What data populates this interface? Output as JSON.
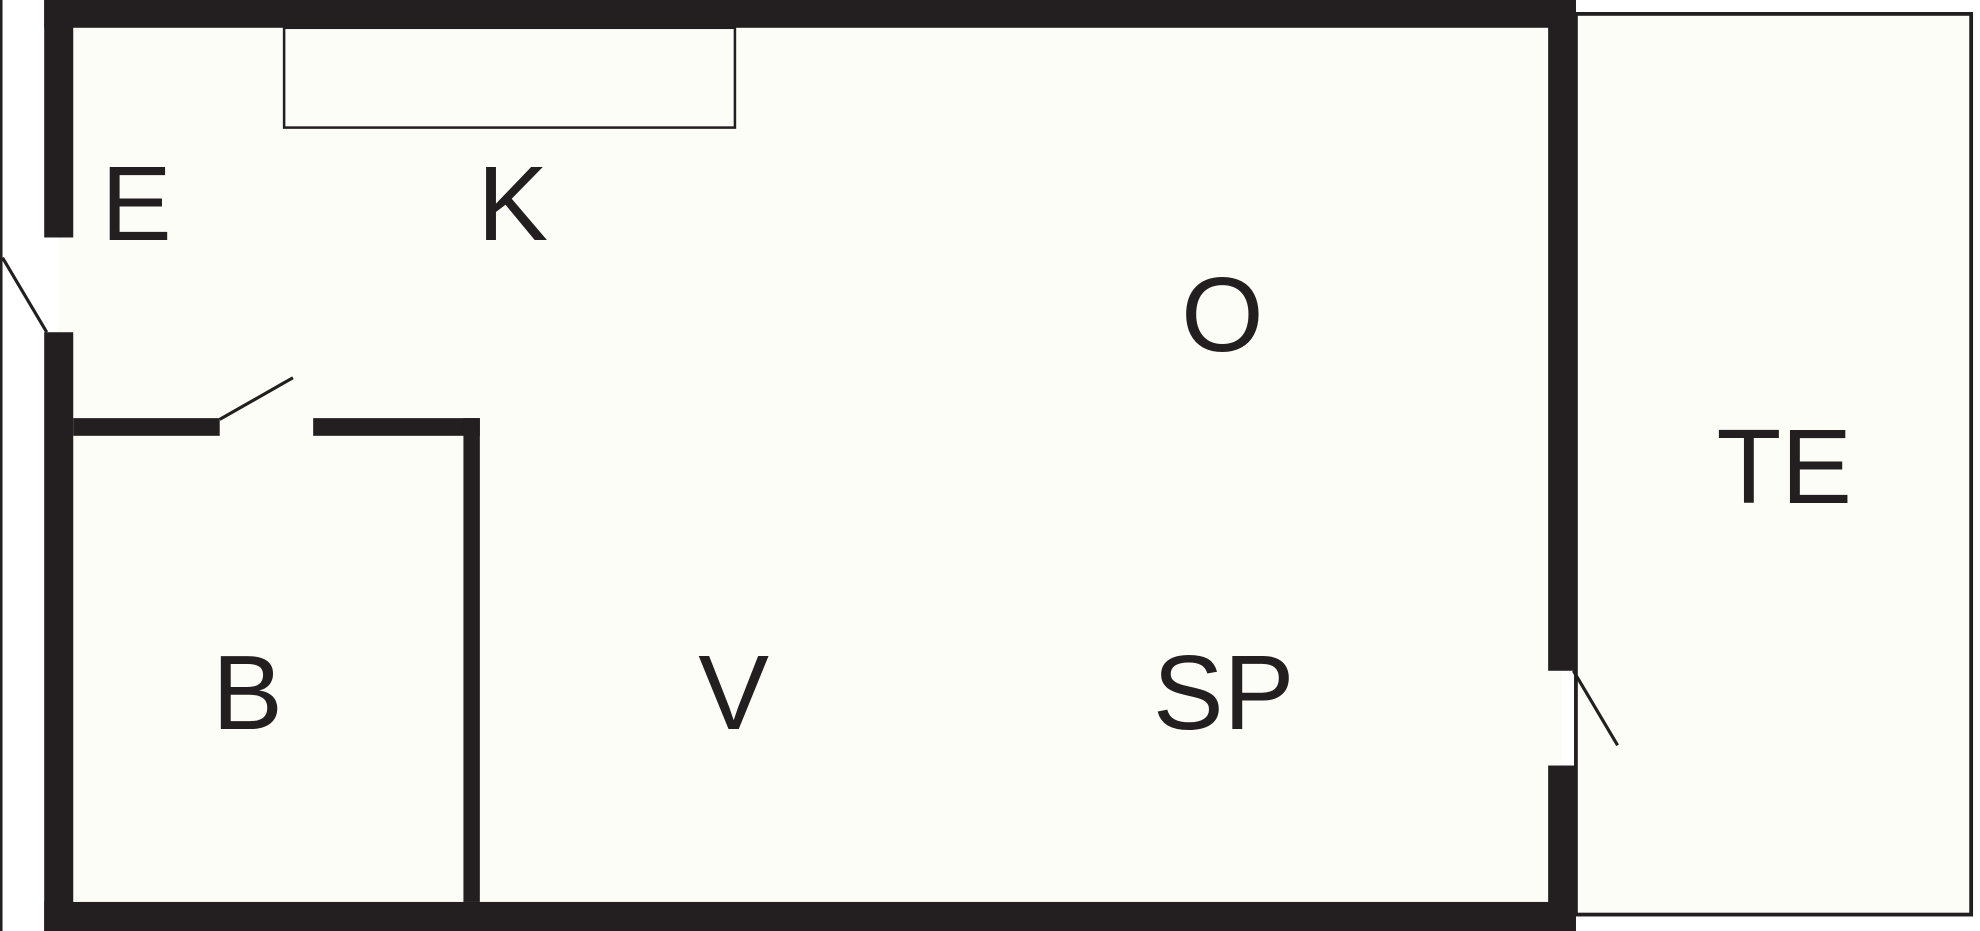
{
  "floor_plan": {
    "colors": {
      "wall": "#231f20",
      "floor": "#fdfdf7",
      "outside": "#ffffff"
    },
    "rooms": {
      "entry": "E",
      "kitchen": "K",
      "living": "O",
      "bathroom": "B",
      "hall": "V",
      "dining": "SP",
      "terrace": "TE"
    }
  }
}
